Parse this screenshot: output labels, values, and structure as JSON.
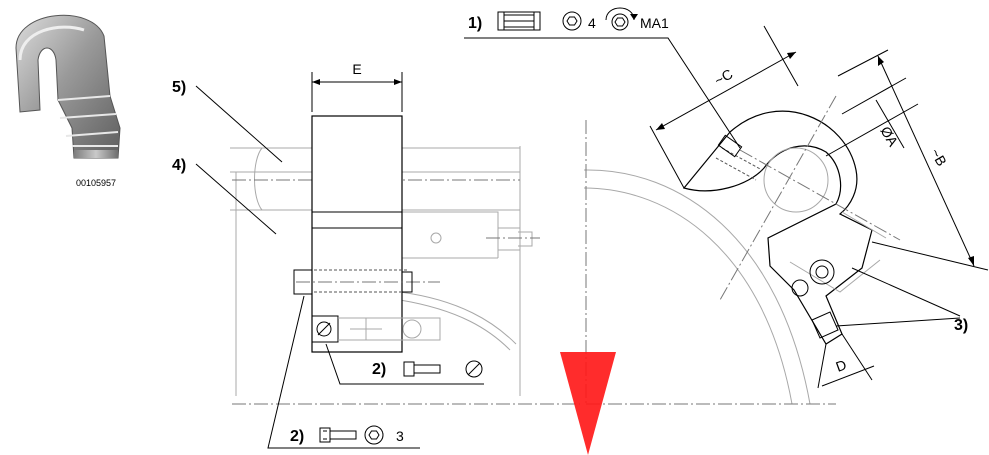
{
  "photo": {
    "caption": "00105957"
  },
  "labels": {
    "item1": "1)",
    "item2_lower": "2)",
    "item2_upper": "2)",
    "item3": "3)",
    "item4": "4)",
    "item5": "5)"
  },
  "item1_spec": {
    "hex_size": "4",
    "torque": "MA1"
  },
  "item2_spec": {
    "hex_size": "3"
  },
  "dimensions": {
    "E": "E",
    "C": "~C",
    "A": "ØA",
    "B": "~B",
    "D": "D"
  },
  "colors": {
    "line": "#000000",
    "ghost_lines": "#a8a8a8",
    "watermark": "#ff1a1a"
  }
}
